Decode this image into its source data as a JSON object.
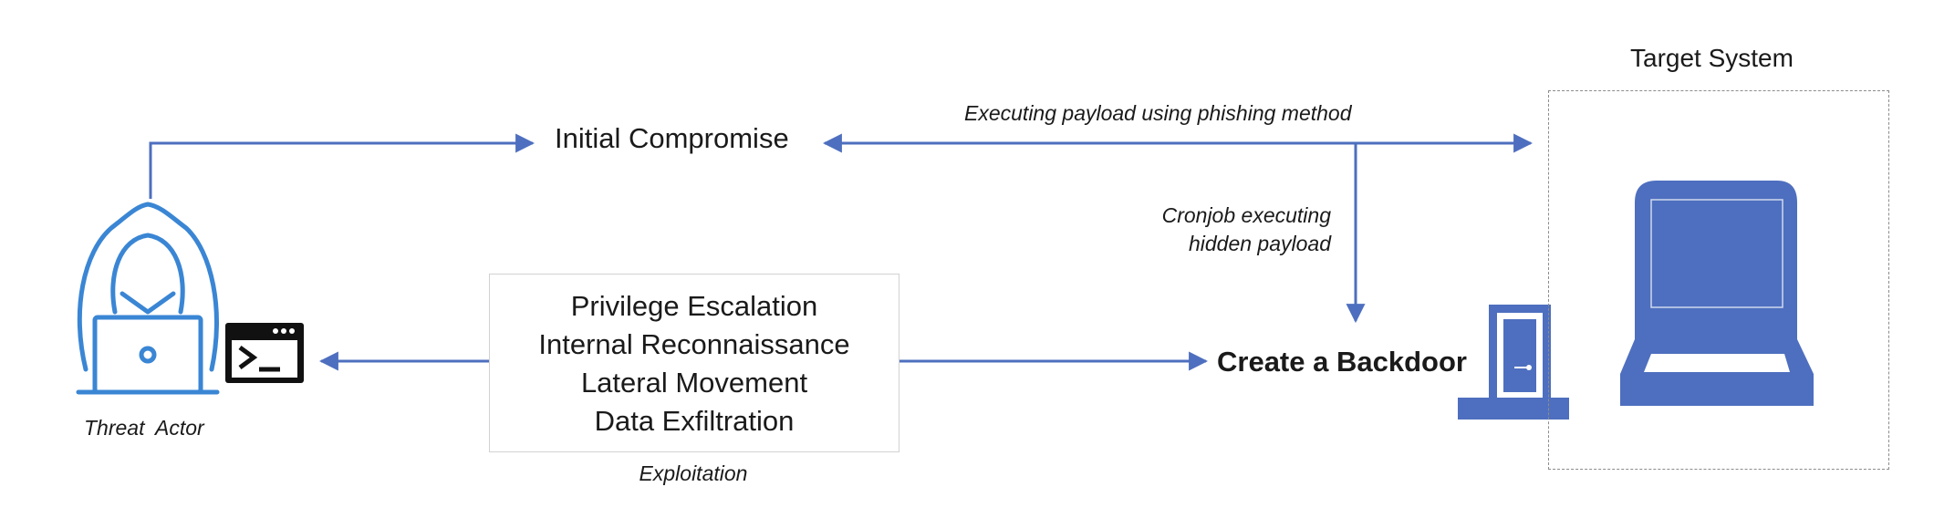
{
  "target_system": {
    "title": "Target System"
  },
  "threat_actor": {
    "label": "Threat Actor"
  },
  "initial_compromise": {
    "label": "Initial Compromise"
  },
  "phishing_edge": {
    "label": "Executing payload using phishing method"
  },
  "cronjob_edge": {
    "line1": "Cronjob executing",
    "line2": "hidden payload"
  },
  "exploitation_box": {
    "items": [
      "Privilege Escalation",
      "Internal Reconnaissance",
      "Lateral Movement",
      "Data Exfiltration"
    ],
    "caption": "Exploitation"
  },
  "backdoor": {
    "label": "Create a Backdoor"
  },
  "colors": {
    "accent": "#4e6fbf",
    "hacker": "#3a86d4",
    "text": "#1a1a1a",
    "border": "#d2d2d2"
  },
  "icons": [
    "hacker-icon",
    "terminal-icon",
    "door-icon",
    "laptop-icon"
  ]
}
